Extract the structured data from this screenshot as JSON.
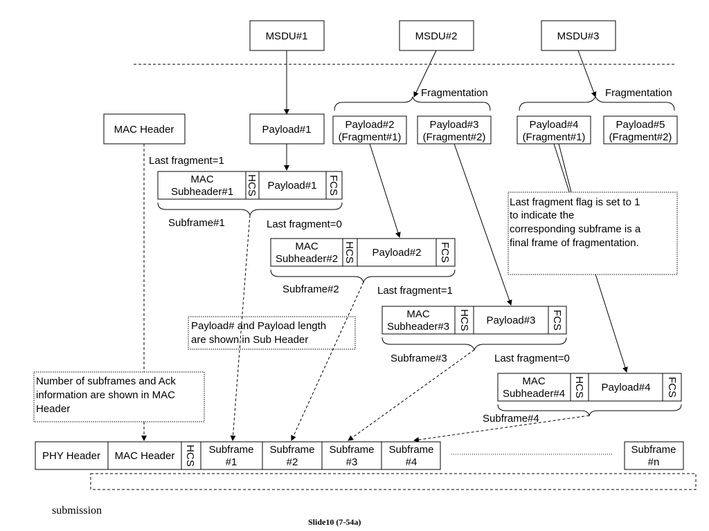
{
  "msdus": [
    "MSDU#1",
    "MSDU#2",
    "MSDU#3"
  ],
  "fragmentation_label": "Fragmentation",
  "mac_header": "MAC Header",
  "payloads": {
    "p1": "Payload#1",
    "p2": [
      "Payload#2",
      "(Fragment#1)"
    ],
    "p3": [
      "Payload#3",
      "(Fragment#2)"
    ],
    "p4": [
      "Payload#4",
      "(Fragment#1)"
    ],
    "p5": [
      "Payload#5",
      "(Fragment#2)"
    ]
  },
  "subframes": [
    {
      "subheader": [
        "MAC",
        "Subheader#1"
      ],
      "hcs": "HCS",
      "payload": "Payload#1",
      "fcs": "FCS",
      "label": "Subframe#1",
      "last_fragment": "Last fragment=1"
    },
    {
      "subheader": [
        "MAC",
        "Subheader#2"
      ],
      "hcs": "HCS",
      "payload": "Payload#2",
      "fcs": "FCS",
      "label": "Subframe#2",
      "last_fragment": "Last fragment=0"
    },
    {
      "subheader": [
        "MAC",
        "Subheader#3"
      ],
      "hcs": "HCS",
      "payload": "Payload#3",
      "fcs": "FCS",
      "label": "Subframe#3",
      "last_fragment": "Last fragment=1"
    },
    {
      "subheader": [
        "MAC",
        "Subheader#4"
      ],
      "hcs": "HCS",
      "payload": "Payload#4",
      "fcs": "FCS",
      "label": "Subframe#4",
      "last_fragment": "Last fragment=0"
    }
  ],
  "notes": {
    "last_fragment_flag": [
      "Last fragment flag is set to 1",
      "to indicate the",
      "corresponding subframe is a",
      "final frame of fragmentation."
    ],
    "sub_header_info": [
      "Payload# and Payload length",
      "are shown in Sub Header"
    ],
    "mac_header_info": [
      "Number of subframes and Ack",
      "information are shown in MAC",
      "Header"
    ]
  },
  "frame": {
    "phy_header": "PHY Header",
    "mac_header": "MAC Header",
    "hcs": "HCS",
    "subframes": [
      [
        "Subframe",
        "#1"
      ],
      [
        "Subframe",
        "#2"
      ],
      [
        "Subframe",
        "#3"
      ],
      [
        "Subframe",
        "#4"
      ]
    ],
    "last_subframe": [
      "Subframe",
      "#n"
    ]
  },
  "footer": {
    "submission": "submission",
    "slide": "Slide10 (7-54a)"
  }
}
